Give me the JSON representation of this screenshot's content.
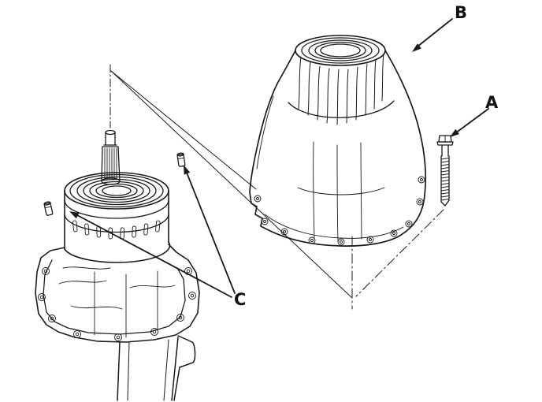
{
  "figure": {
    "type": "exploded-assembly-diagram",
    "background": "#ffffff",
    "line_color": "#1a1a1a",
    "callouts": {
      "a": {
        "label": "A"
      },
      "b": {
        "label": "B"
      },
      "c": {
        "label": "C"
      }
    }
  }
}
